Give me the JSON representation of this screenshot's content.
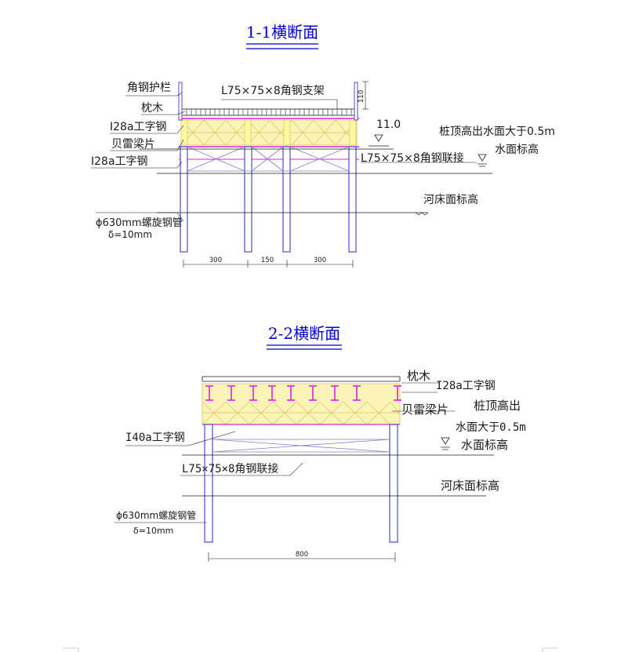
{
  "section_1": {
    "title": "1-1横断面",
    "labels": {
      "angle_guardrail": "角钢护栏",
      "angle_bracket": "L75×75×8角钢支架",
      "sleeper": "枕木",
      "i_beam_top": "I28a工字钢",
      "bailey_beam": "贝雷梁片",
      "i_beam_bottom": "I28a工字钢",
      "pile": "ϕ630mm螺旋钢管",
      "thickness": "δ=10mm",
      "height_mark": "110",
      "elevation": "11.0",
      "pile_top_note": "桩顶高出水面大于0.5m",
      "water_level": "水面标高",
      "angle_bracing": "L75×75×8角钢联接",
      "riverbed": "河床面标高"
    },
    "dims": [
      "300",
      "150",
      "300"
    ]
  },
  "section_2": {
    "title": "2-2横断面",
    "labels": {
      "sleeper": "枕木",
      "i_beam_top": "I28a工字钢",
      "bailey_beam": "贝雷梁片",
      "pile_top_note_1": "桩顶高出",
      "pile_top_note_2": "水面大于0.5m",
      "i40_beam": "I40a工字钢",
      "water_level": "水面标高",
      "angle_bracing": "L75×75×8角钢联接",
      "riverbed": "河床面标高",
      "pile": "ϕ630mm螺旋钢管",
      "thickness": "δ=10mm"
    },
    "dims": [
      "800"
    ]
  },
  "colors": {
    "title": "#0000cc",
    "pile": "#4b4bc9",
    "line": "#1a1a1a",
    "i_beam": "#e01ee0",
    "bailey": "#f5e27a",
    "bracing": "#8080d0"
  }
}
